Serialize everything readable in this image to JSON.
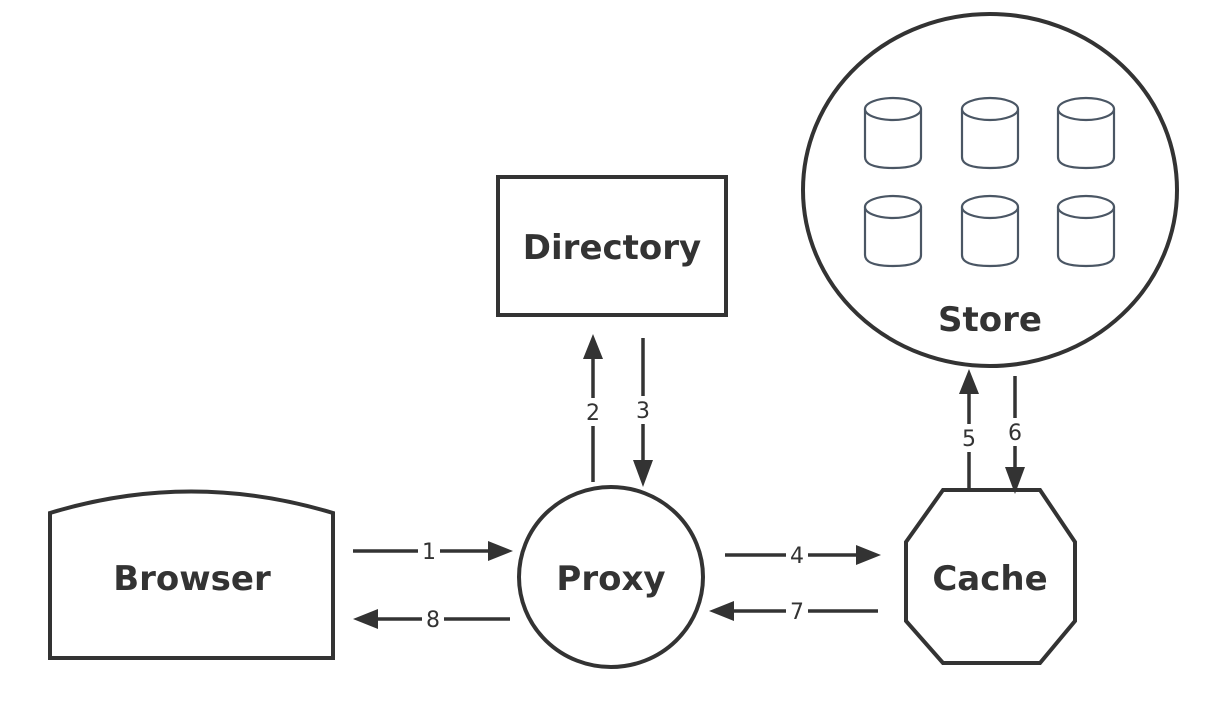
{
  "colors": {
    "stroke": "#333333",
    "text": "#333333",
    "db_icon_stroke": "#4a5664",
    "background": "#ffffff"
  },
  "nodes": {
    "directory": {
      "label": "Directory",
      "shape": "rectangle"
    },
    "store": {
      "label": "Store",
      "shape": "circle",
      "icons": [
        "database-icon",
        "database-icon",
        "database-icon",
        "database-icon",
        "database-icon",
        "database-icon"
      ]
    },
    "browser": {
      "label": "Browser",
      "shape": "curved-top-rectangle"
    },
    "proxy": {
      "label": "Proxy",
      "shape": "circle"
    },
    "cache": {
      "label": "Cache",
      "shape": "octagon"
    }
  },
  "edges": [
    {
      "label": "1",
      "from": "Browser",
      "to": "Proxy"
    },
    {
      "label": "2",
      "from": "Proxy",
      "to": "Directory"
    },
    {
      "label": "3",
      "from": "Directory",
      "to": "Proxy"
    },
    {
      "label": "4",
      "from": "Proxy",
      "to": "Cache"
    },
    {
      "label": "5",
      "from": "Cache",
      "to": "Store"
    },
    {
      "label": "6",
      "from": "Store",
      "to": "Cache"
    },
    {
      "label": "7",
      "from": "Cache",
      "to": "Proxy"
    },
    {
      "label": "8",
      "from": "Proxy",
      "to": "Browser"
    }
  ]
}
